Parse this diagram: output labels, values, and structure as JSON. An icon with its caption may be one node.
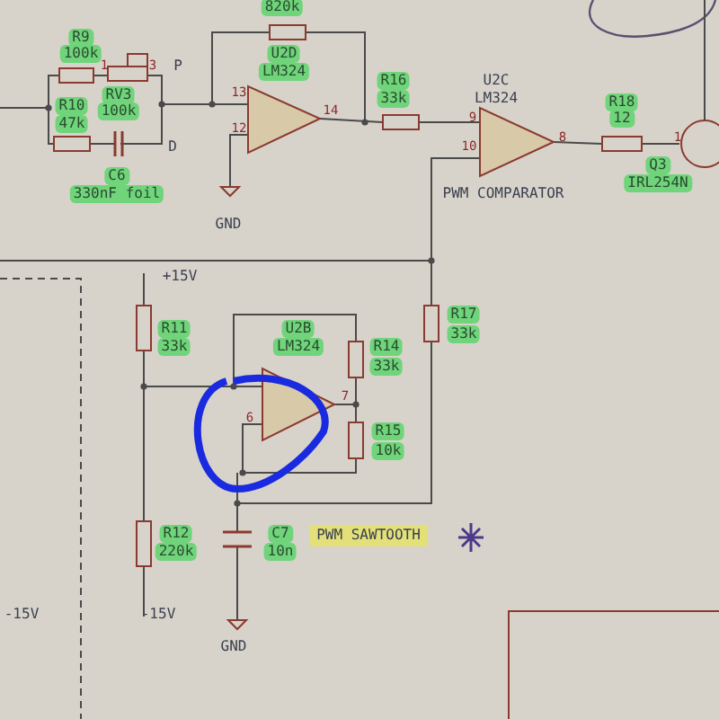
{
  "diagram": {
    "labels": [
      "R9",
      "100k",
      "RV3",
      "100k",
      "R10",
      "47k",
      "C6",
      "330nF foil",
      "P",
      "D",
      "1",
      "3",
      "820k",
      "U2D",
      "LM324",
      "13",
      "12",
      "14",
      "GND",
      "R16",
      "33k",
      "U2C",
      "LM324",
      "9",
      "10",
      "8",
      "PWM COMPARATOR",
      "R18",
      "12",
      "1",
      "Q3",
      "IRL254N",
      "+15V",
      "R11",
      "33k",
      "U2B",
      "LM324",
      "6",
      "7",
      "R14",
      "33k",
      "R15",
      "10k",
      "R17",
      "33k",
      "R12",
      "220k",
      "C7",
      "10n",
      "PWM SAWTOOTH",
      "-15V",
      "-15V",
      "GND"
    ]
  }
}
